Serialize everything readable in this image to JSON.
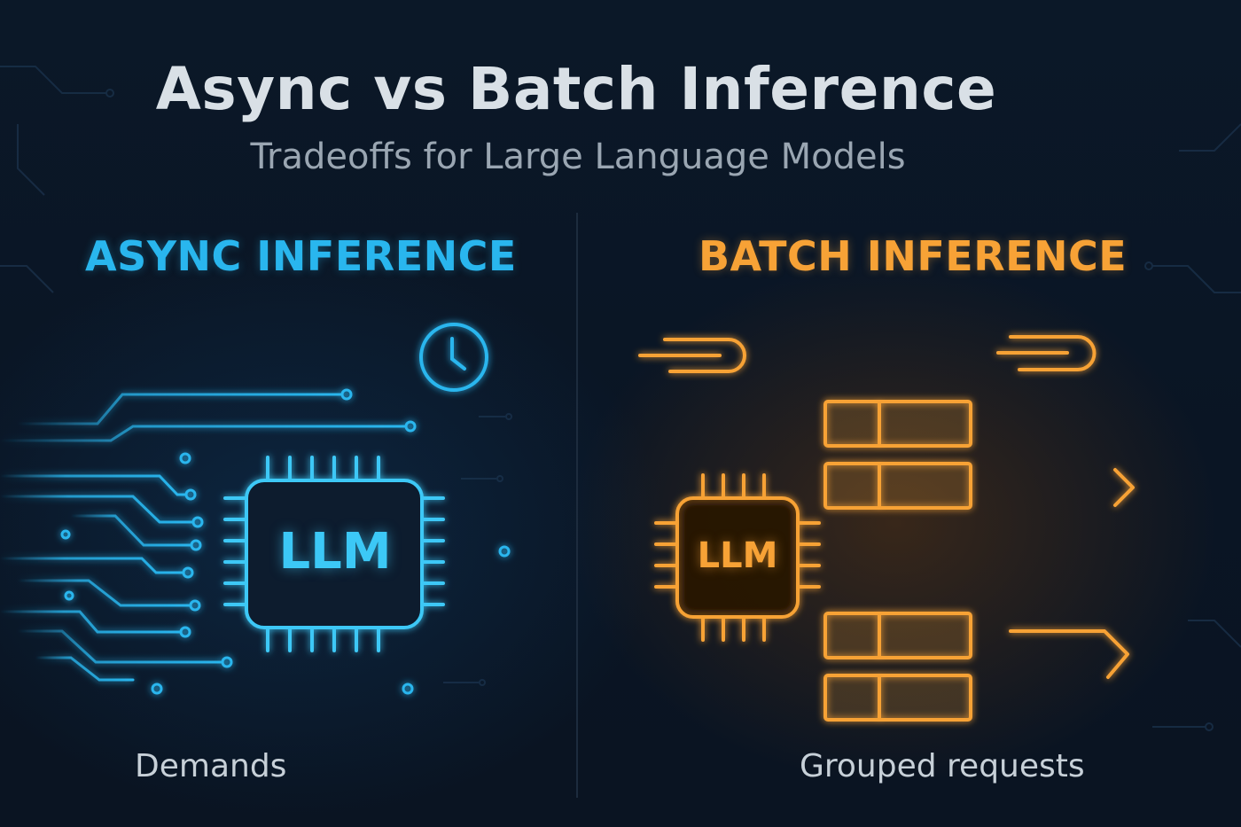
{
  "title": "Async vs Batch Inference",
  "subtitle": "Tradeoffs for Large Language Models",
  "async_panel": {
    "heading": "ASYNC INFERENCE",
    "chip_label": "LLM",
    "caption": "Demands",
    "icon": "clock-icon"
  },
  "batch_panel": {
    "heading": "BATCH INFERENCE",
    "chip_label": "LLM",
    "caption": "Grouped requests",
    "icon": "speed-lines-icon"
  },
  "colors": {
    "async_accent": "#29b6ee",
    "batch_accent": "#f7a236",
    "background": "#0a1626",
    "title": "#d9e0e6"
  }
}
